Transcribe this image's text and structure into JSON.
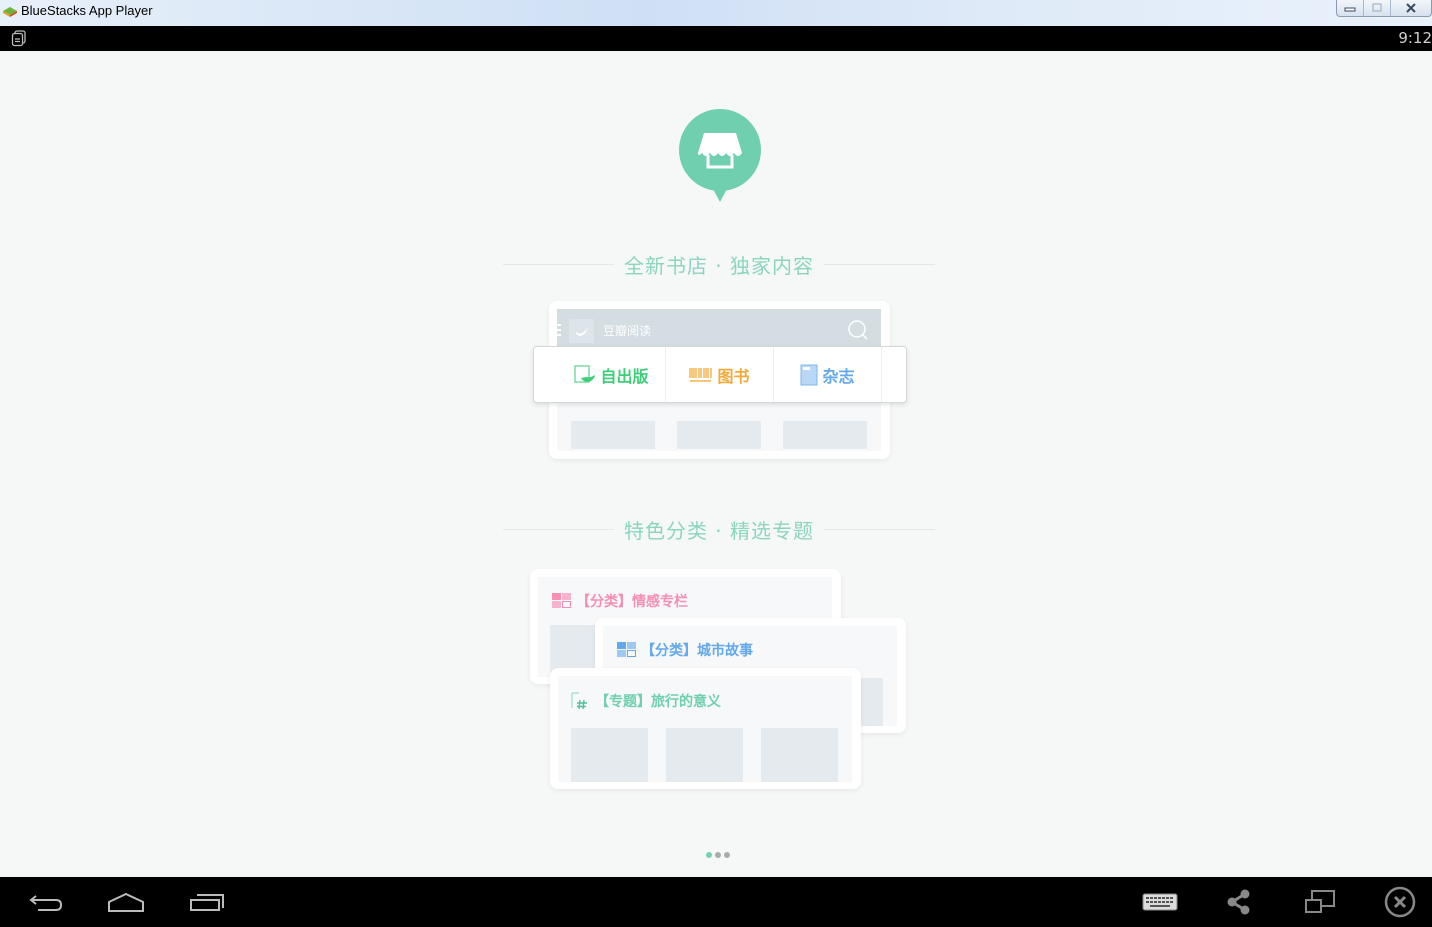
{
  "window": {
    "title": "BlueStacks App Player",
    "controls": [
      "minimize",
      "maximize",
      "close"
    ]
  },
  "statusbar": {
    "clock": "9:12",
    "left_icon": "notification-doc-icon"
  },
  "screen": {
    "logo": "bookstore-pin-logo",
    "section1": {
      "title": "全新书店 · 独家内容",
      "preview": {
        "search_placeholder": "豆瓣阅读",
        "tabs": [
          {
            "label": "自出版",
            "icon": "self-publish-icon",
            "color": "#3fcf78"
          },
          {
            "label": "图书",
            "icon": "barcode-icon",
            "color": "#f5a93b"
          },
          {
            "label": "杂志",
            "icon": "magazine-icon",
            "color": "#62a8ea"
          }
        ]
      }
    },
    "section2": {
      "title": "特色分类 · 精选专题",
      "cards": [
        {
          "label": "【分类】情感专栏",
          "icon": "grid-icon",
          "color": "#f58fb4"
        },
        {
          "label": "【分类】城市故事",
          "icon": "grid-icon",
          "color": "#62a8ea"
        },
        {
          "label": "【专题】旅行的意义",
          "icon": "hashtag-icon",
          "color": "#6fcfae"
        }
      ]
    },
    "pager": {
      "count": 3,
      "active": 0
    }
  },
  "navbar": {
    "left": [
      "back-icon",
      "home-icon",
      "recent-apps-icon"
    ],
    "right": [
      "keyboard-icon",
      "share-icon",
      "rotate-screen-icon",
      "close-app-icon"
    ]
  },
  "colors": {
    "accent": "#77cfb5",
    "background": "#f6f8f8"
  }
}
